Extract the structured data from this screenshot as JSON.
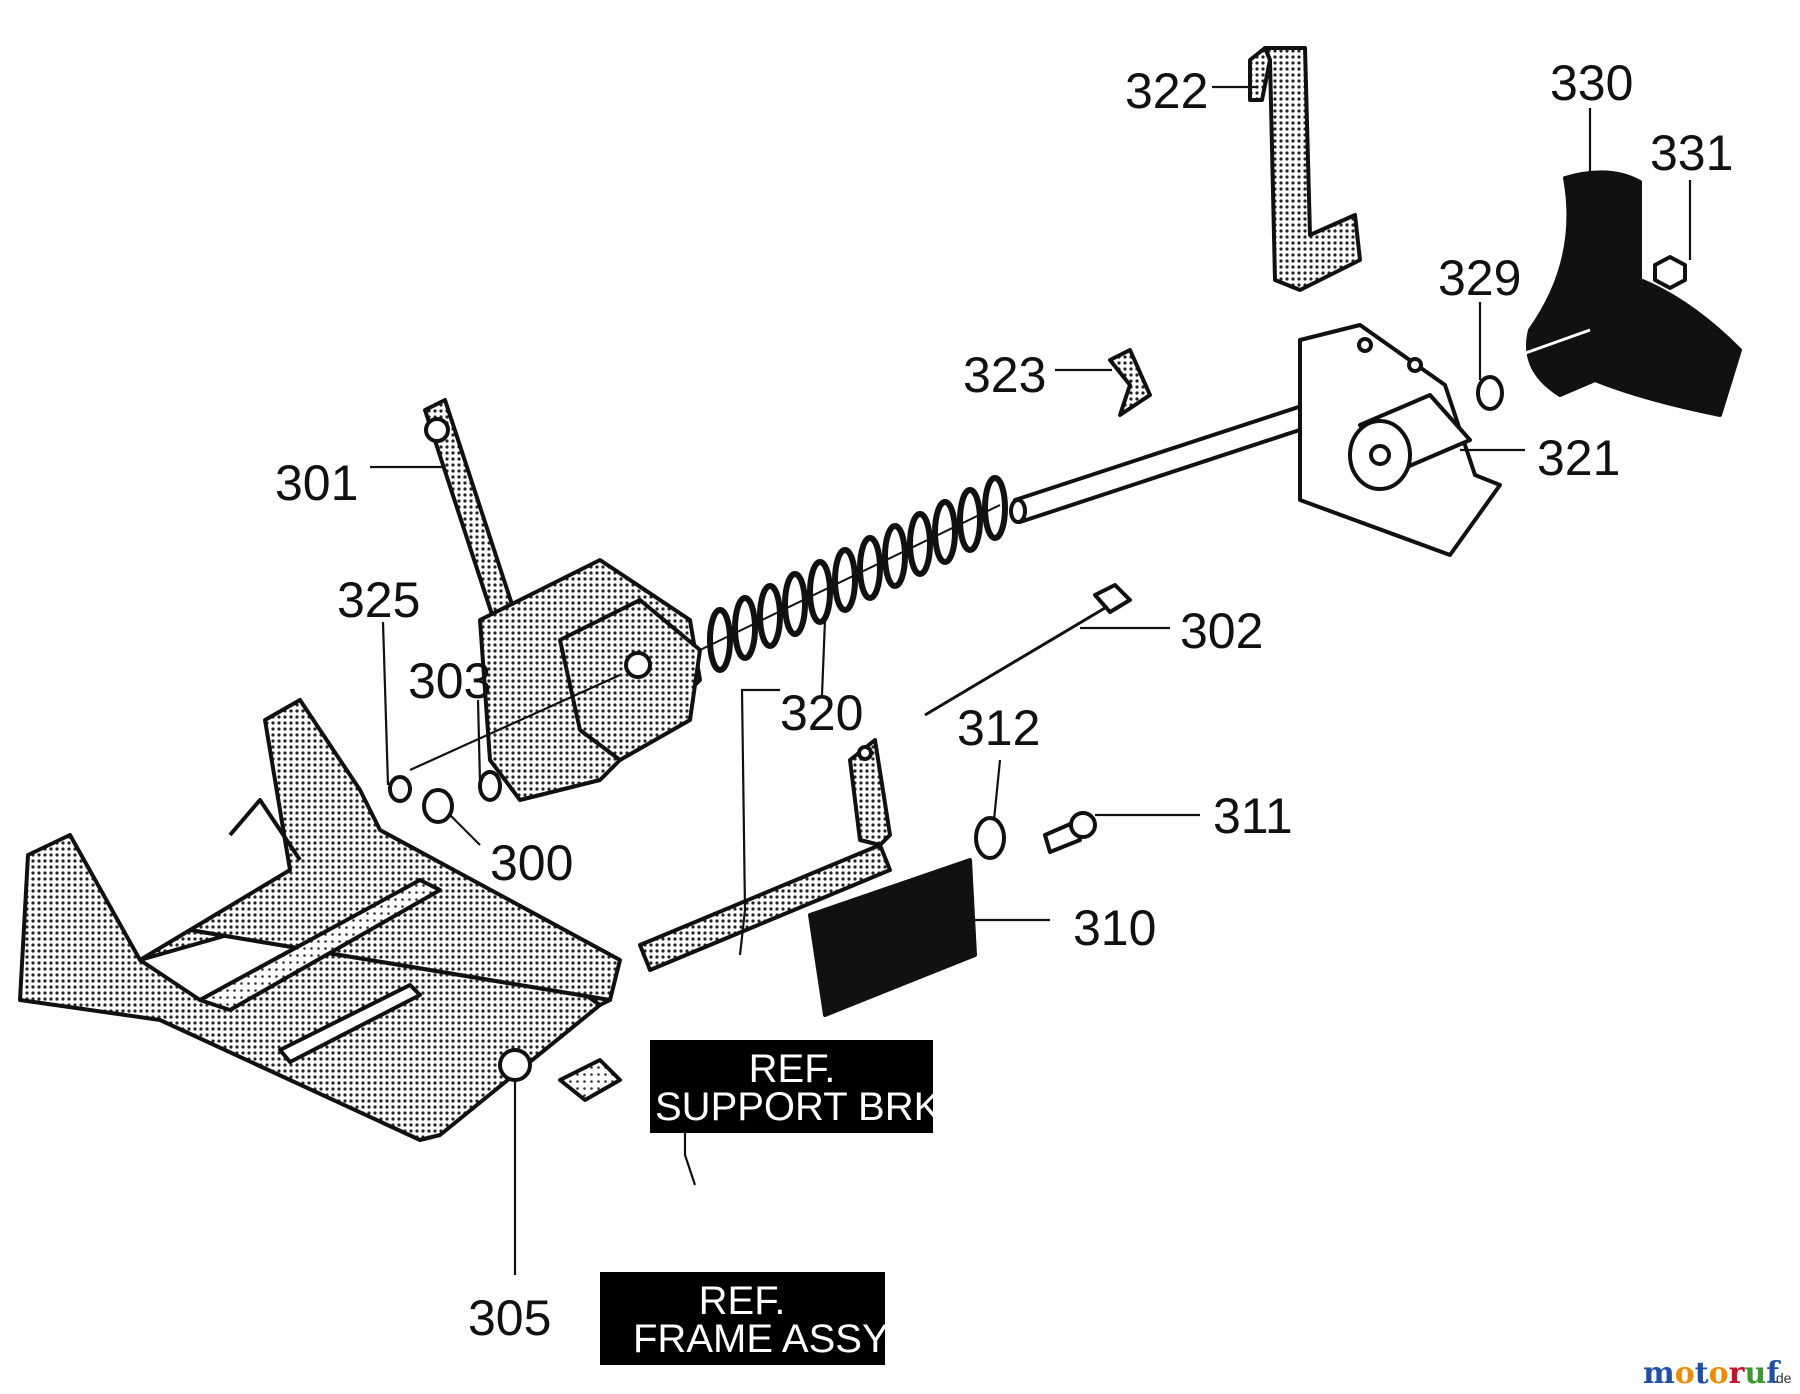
{
  "callouts": [
    {
      "id": "c330",
      "text": "330"
    },
    {
      "id": "c331",
      "text": "331"
    },
    {
      "id": "c322",
      "text": "322"
    },
    {
      "id": "c329",
      "text": "329"
    },
    {
      "id": "c323",
      "text": "323"
    },
    {
      "id": "c301",
      "text": "301"
    },
    {
      "id": "c321",
      "text": "321"
    },
    {
      "id": "c325",
      "text": "325"
    },
    {
      "id": "c302",
      "text": "302"
    },
    {
      "id": "c303",
      "text": "303"
    },
    {
      "id": "c320",
      "text": "320"
    },
    {
      "id": "c312",
      "text": "312"
    },
    {
      "id": "c311",
      "text": "311"
    },
    {
      "id": "c300",
      "text": "300"
    },
    {
      "id": "c310",
      "text": "310"
    },
    {
      "id": "c305",
      "text": "305"
    }
  ],
  "ref_boxes": {
    "support": {
      "line1": "REF.",
      "line2": "SUPPORT BRK"
    },
    "frame": {
      "line1": "REF.",
      "line2": "FRAME ASSY"
    }
  },
  "watermark": {
    "text": "motoruf",
    "suffix": ".de",
    "colors": {
      "m": "#1f4fa8",
      "o": "#f08a00",
      "t": "#1f4fa8",
      "u": "#3a9a2e",
      "r": "#c8102e",
      "f": "#1f4fa8"
    }
  }
}
